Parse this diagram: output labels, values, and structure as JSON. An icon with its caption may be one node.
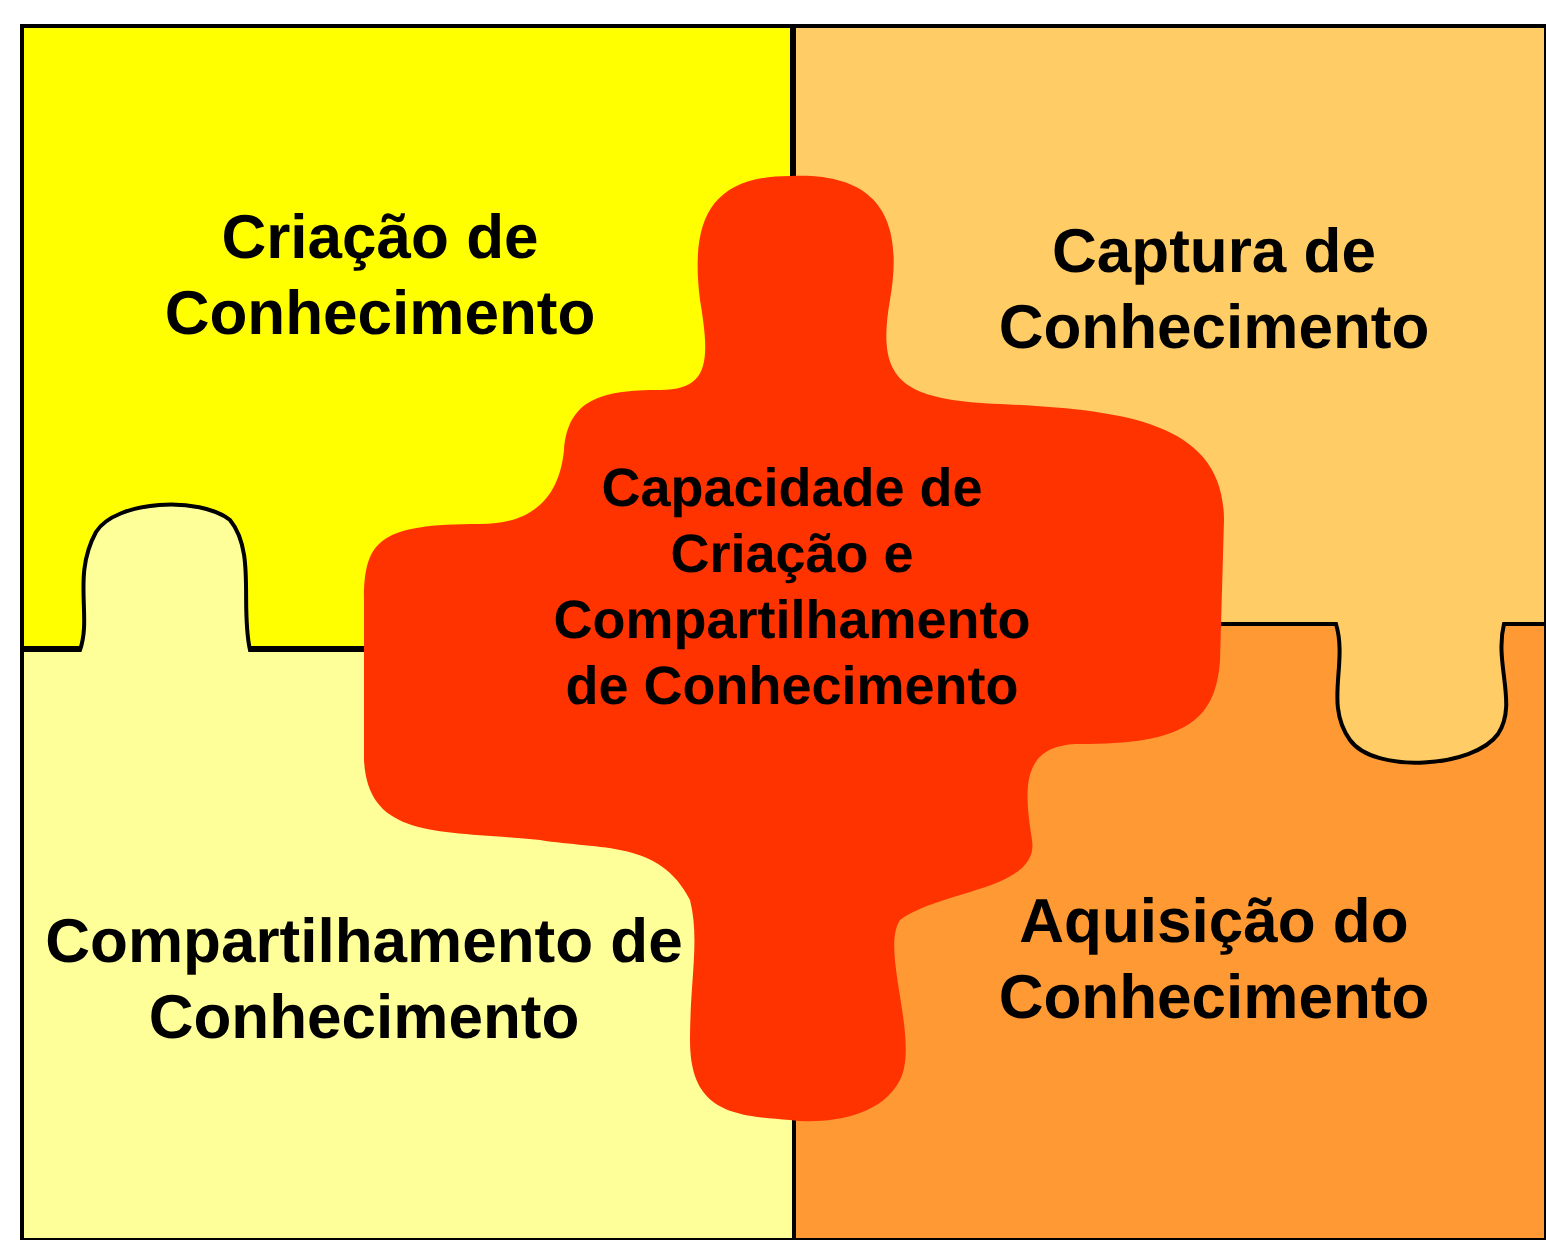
{
  "diagram": {
    "nodes": [
      {
        "text": [
          "Criação de Conhecimento"
        ]
      },
      {
        "text": [
          "Captura de Conhecimento"
        ]
      },
      {
        "text": [
          "Compartilhamento de Conhecimento"
        ]
      },
      {
        "text": [
          "Aquisição do Conhecimento"
        ]
      },
      {
        "text": [
          "Capacidade de Criação e Compartilhamento de Conhecimento"
        ]
      }
    ]
  }
}
